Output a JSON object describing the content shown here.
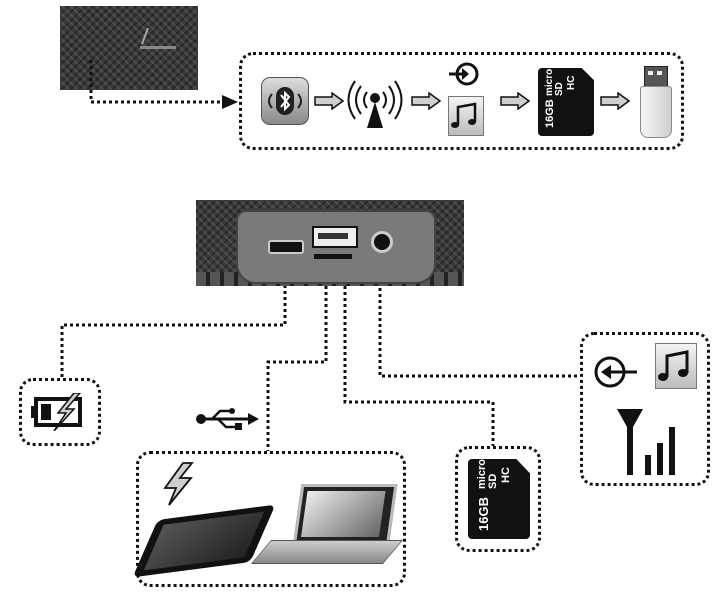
{
  "top_flow": {
    "playback_sources": [
      "bluetooth",
      "radio",
      "aux-line-in",
      "micro-sd",
      "usb-drive"
    ]
  },
  "micro_sd_card": {
    "brand": "micro",
    "class": "SD",
    "type": "HC",
    "capacity": "16GB"
  },
  "micro_sd_card_large": {
    "brand": "micro",
    "class": "SD",
    "type": "HC",
    "capacity": "16GB"
  },
  "ports": [
    "micro-usb-charging",
    "usb-a",
    "micro-sd-slot",
    "aux-3.5mm"
  ],
  "icons": {
    "bluetooth": "bluetooth-icon",
    "radio": "radio-antenna-icon",
    "aux": "aux-input-icon",
    "music": "music-note-icon",
    "usb": "usb-symbol-icon",
    "battery": "battery-charging-icon",
    "lightning": "lightning-bolt-icon",
    "signal": "signal-strength-icon"
  }
}
